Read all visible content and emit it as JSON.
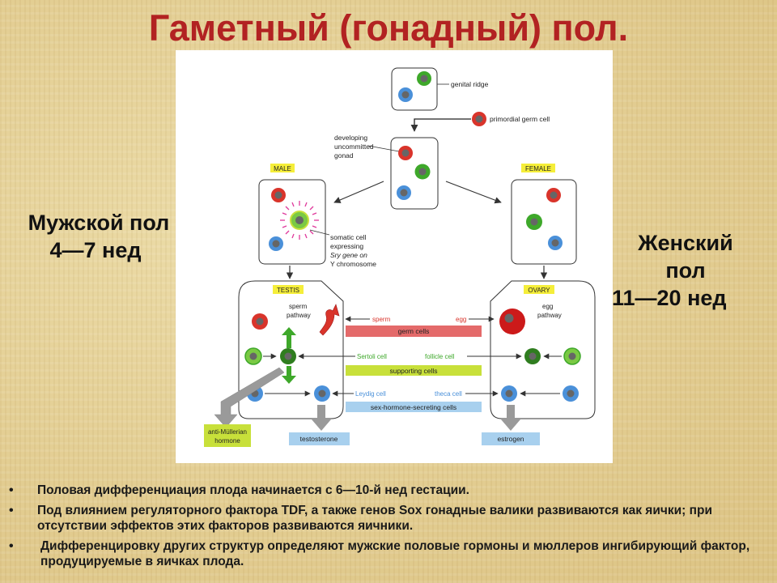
{
  "title": "Гаметный (гонадный) пол.",
  "male_label": {
    "line1": "Мужской пол",
    "line2": "4—7 нед"
  },
  "female_label": {
    "line1": "Женский",
    "line2": "пол",
    "line3": "11—20 нед"
  },
  "diagram": {
    "genital_ridge": "genital ridge",
    "primordial_germ_cell": "primordial germ cell",
    "developing_1": "developing",
    "developing_2": "uncommitted",
    "developing_3": "gonad",
    "male_tag": "MALE",
    "female_tag": "FEMALE",
    "somatic_1": "somatic cell",
    "somatic_2": "expressing",
    "somatic_3": "Sry gene on",
    "somatic_4": "Y chromosome",
    "testis_tag": "TESTIS",
    "ovary_tag": "OVARY",
    "sperm_pathway_1": "sperm",
    "sperm_pathway_2": "pathway",
    "egg_pathway_1": "egg",
    "egg_pathway_2": "pathway",
    "sperm": "sperm",
    "egg": "egg",
    "germ_cells": "germ cells",
    "sertoli_cell": "Sertoli cell",
    "follicle_cell": "follicle cell",
    "supporting_cells": "supporting cells",
    "leydig_cell": "Leydig cell",
    "theca_cell": "theca cell",
    "sex_hormone_cells": "sex-hormone-secreting cells",
    "amh_1": "anti-Müllerian",
    "amh_2": "hormone",
    "testosterone": "testosterone",
    "estrogen": "estrogen"
  },
  "bullets": [
    "Половая дифференциация плода начинается с 6—10-й нед гестации.",
    "Под влиянием регуляторного фактора TDF, а также генов Sox гонадные валики развиваются как яички; при отсутствии эффектов этих факторов развиваются яичники.",
    "Дифференцировку других структур определяют мужские половые гормоны и мюллеров ингибирующий фактор, продуцируемые в яичках плода."
  ],
  "bullet_symbol": "•",
  "colors": {
    "title": "#b22222",
    "germ_cell": "#d9342b",
    "supporting_cell": "#3ea82a",
    "hormone_cell": "#4a90d9",
    "germ_band": "#e46a6a",
    "supporting_band": "#c8e03a",
    "hormone_band": "#a8d0ee",
    "tag_yellow": "#f5ee3a",
    "egg": "#cc1a1a"
  }
}
